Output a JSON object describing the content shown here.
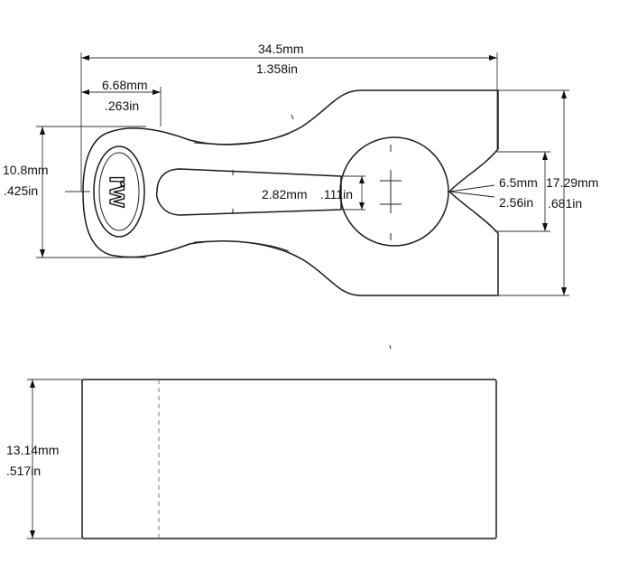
{
  "dimensions": {
    "overall_length": {
      "mm": "34.5mm",
      "inch": "1.358in"
    },
    "end_to_slot": {
      "mm": "6.68mm",
      "inch": ".263in"
    },
    "head_height": {
      "mm": "10.8mm",
      "inch": ".425in"
    },
    "slot_width": {
      "mm": "2.82mm",
      "inch": ".111in"
    },
    "jaw_gap": {
      "mm": "6.5mm",
      "inch": "2.56in"
    },
    "jaw_height": {
      "mm": "17.29mm",
      "inch": ".681in"
    },
    "thickness": {
      "mm": "13.14mm",
      "inch": ".517in"
    }
  },
  "logo": {
    "text": "rw"
  },
  "colors": {
    "line": "#1a1a1a",
    "hidden": "#777777",
    "background": "#ffffff"
  }
}
